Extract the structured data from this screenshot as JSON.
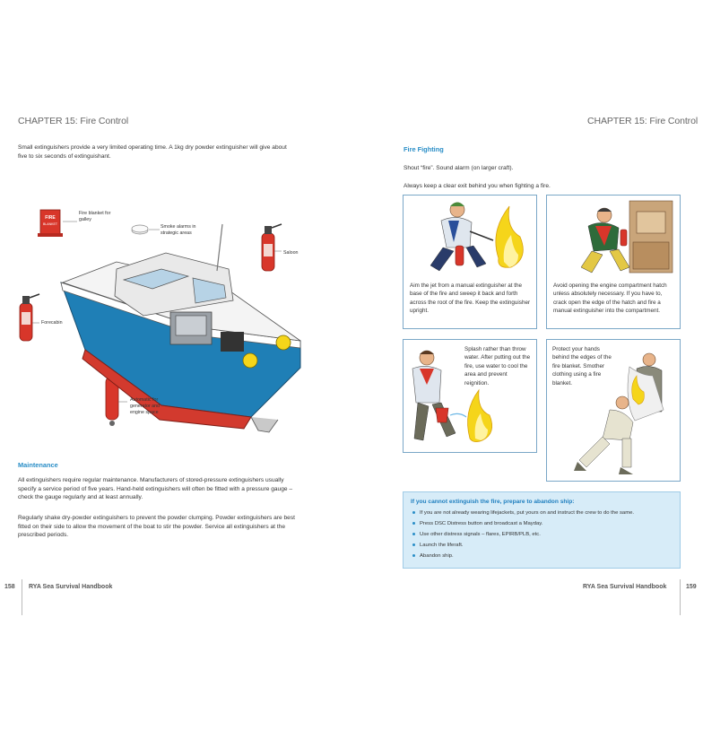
{
  "left_page": {
    "chapter": "CHAPTER 15: Fire Control",
    "intro": "Small extinguishers provide a very limited operating time. A 1kg dry powder extinguisher will give about five to six seconds of extinguishant.",
    "callouts": {
      "fire_blanket": "Fire blanket for galley",
      "fire_blanket_label_line1": "FIRE",
      "fire_blanket_label_line2": "BLANKET",
      "smoke_alarms": "Smoke alarms in strategic areas",
      "saloon": "Saloon",
      "forecabin": "Forecabin",
      "automatic": "Automatic for generator and engine space"
    },
    "maintenance_heading": "Maintenance",
    "maintenance_p1": "All extinguishers require regular maintenance. Manufacturers of stored-pressure extinguishers usually specify a service period of five years. Hand-held extinguishers will often be fitted with a pressure gauge – check the gauge regularly and at least annually.",
    "maintenance_p2": "Regularly shake dry-powder extinguishers to prevent the powder clumping. Powder extinguishers are best fitted on their side to allow the movement of the boat to stir the powder. Service all extinguishers at the prescribed periods.",
    "page_number": "158",
    "book_title": "RYA Sea Survival Handbook"
  },
  "right_page": {
    "chapter": "CHAPTER 15: Fire Control",
    "heading": "Fire Fighting",
    "line1": "Shout “fire”. Sound alarm (on larger craft).",
    "line2": "Always keep a clear exit behind you when fighting a fire.",
    "panels": [
      {
        "text": "Aim the jet from a manual extinguisher at the base of the fire and sweep it back and forth across the root of the fire. Keep the extinguisher upright."
      },
      {
        "text": "Avoid opening the engine compartment hatch unless absolutely necessary. If you have to, crack open the edge of the hatch and fire a manual extinguisher into the compartment."
      },
      {
        "text": "Splash rather than throw water. After putting out the fire, use water to cool the area and prevent reignition."
      },
      {
        "text": "Protect your hands behind the edges of the fire blanket. Smother clothing using a fire blanket."
      }
    ],
    "tip": {
      "title": "If you cannot extinguish the fire, prepare to abandon ship:",
      "items": [
        "If you are not already wearing lifejackets, put yours on and instruct the crew to do the same.",
        "Press DSC Distress button and broadcast a Mayday.",
        "Use other distress signals – flares, EPIRB/PLB, etc.",
        "Launch the liferaft.",
        "Abandon ship."
      ]
    },
    "page_number": "159",
    "book_title": "RYA Sea Survival Handbook"
  },
  "colors": {
    "accent": "#2a8ec7",
    "panel_border": "#7aa7c7",
    "tip_background": "#d7ecf8",
    "hull_blue": "#1f7fb6",
    "hull_red": "#d23a2e",
    "extinguisher_red": "#d8362a",
    "flame": "#f5d51a"
  }
}
